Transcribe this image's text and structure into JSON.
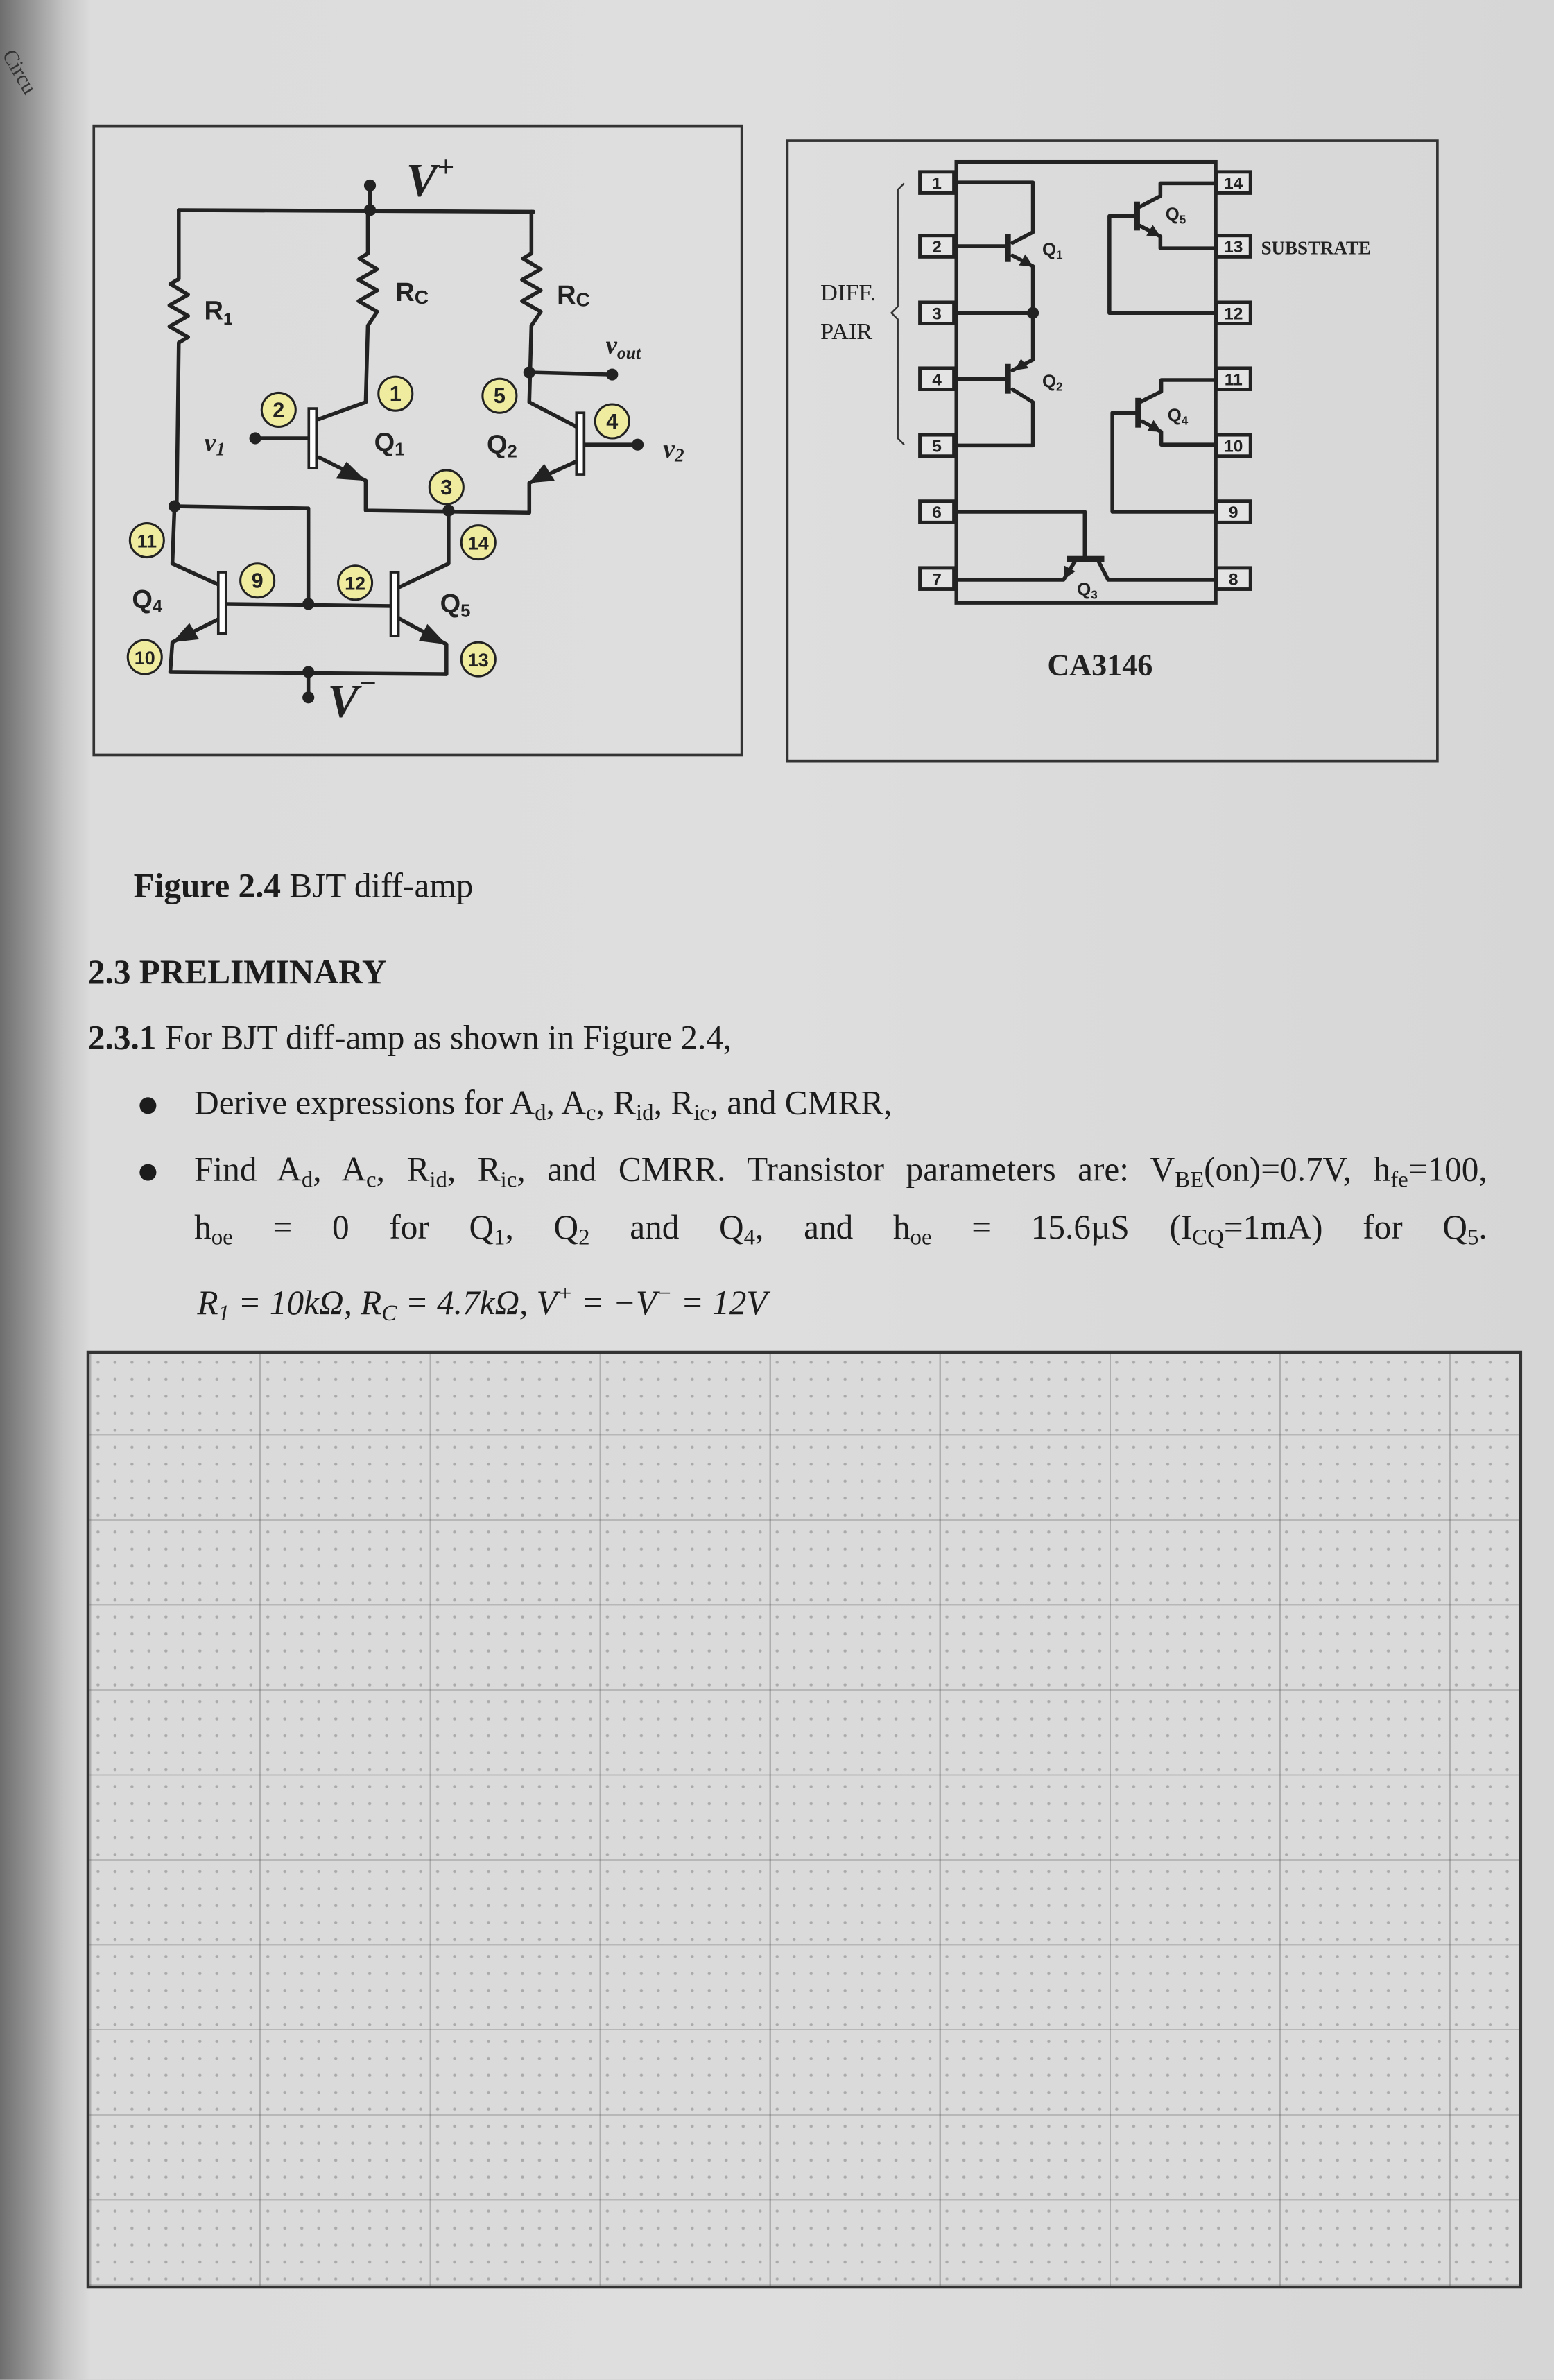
{
  "margin_text": "Circu",
  "left_figure": {
    "supply_pos": {
      "t": "V",
      "sup": "+"
    },
    "supply_neg": {
      "t": "V",
      "sup": "−"
    },
    "r1": {
      "t": "R",
      "sub": "1"
    },
    "rc_left": {
      "t": "R",
      "sub": "C"
    },
    "rc_right": {
      "t": "R",
      "sub": "C"
    },
    "vout": {
      "t": "v",
      "sub": "out"
    },
    "v1": {
      "t": "v",
      "sub": "1"
    },
    "v2": {
      "t": "v",
      "sub": "2"
    },
    "q1": {
      "t": "Q",
      "sub": "1"
    },
    "q2": {
      "t": "Q",
      "sub": "2"
    },
    "q4": {
      "t": "Q",
      "sub": "4"
    },
    "q5": {
      "t": "Q",
      "sub": "5"
    },
    "nodes": [
      "1",
      "2",
      "3",
      "4",
      "5",
      "9",
      "10",
      "11",
      "12",
      "13",
      "14"
    ],
    "node_color": "#efeca0"
  },
  "right_figure": {
    "left_pins": [
      "1",
      "2",
      "3",
      "4",
      "5",
      "6",
      "7"
    ],
    "right_pins": [
      "14",
      "13",
      "12",
      "11",
      "10",
      "9",
      "8"
    ],
    "q1": {
      "t": "Q",
      "sub": "1"
    },
    "q2": {
      "t": "Q",
      "sub": "2"
    },
    "q3": {
      "t": "Q",
      "sub": "3"
    },
    "q4": {
      "t": "Q",
      "sub": "4"
    },
    "q5": {
      "t": "Q",
      "sub": "5"
    },
    "substrate": "SUBSTRATE",
    "diff": "DIFF.",
    "pair": "PAIR",
    "chip_name": "CA3146"
  },
  "caption": {
    "label": "Figure 2.4",
    "text": " BJT diff-amp"
  },
  "section_heading": "2.3 PRELIMINARY",
  "question": {
    "number": "2.3.1",
    "text": " For BJT diff-amp as shown in Figure 2.4,"
  },
  "bullet1": [
    {
      "t": "Derive expressions for A"
    },
    {
      "sub": "d"
    },
    {
      "t": ", A"
    },
    {
      "sub": "c"
    },
    {
      "t": ", R"
    },
    {
      "sub": "id"
    },
    {
      "t": ", R"
    },
    {
      "sub": "ic"
    },
    {
      "t": ", and CMRR,"
    }
  ],
  "bullet2_line1": [
    {
      "t": "Find A"
    },
    {
      "sub": "d"
    },
    {
      "t": ", A"
    },
    {
      "sub": "c"
    },
    {
      "t": ", R"
    },
    {
      "sub": "id"
    },
    {
      "t": ", R"
    },
    {
      "sub": "ic"
    },
    {
      "t": ", and CMRR. Transistor parameters are: V"
    },
    {
      "sub": "BE"
    },
    {
      "t": "(on)=0.7V,  h"
    },
    {
      "sub": "fe"
    },
    {
      "t": "=100,"
    }
  ],
  "bullet2_line2": [
    {
      "t": "h"
    },
    {
      "sub": "oe"
    },
    {
      "t": " = 0 for Q"
    },
    {
      "sub": "1"
    },
    {
      "t": ", Q"
    },
    {
      "sub": "2"
    },
    {
      "t": " and Q"
    },
    {
      "sub": "4"
    },
    {
      "t": ", and h"
    },
    {
      "sub": "oe"
    },
    {
      "t": " = 15.6µS (I"
    },
    {
      "sub": "CQ"
    },
    {
      "t": "=1mA) for Q"
    },
    {
      "sub": "5"
    },
    {
      "t": "."
    }
  ],
  "bullet2_line3": [
    {
      "t": "R"
    },
    {
      "sub": "1"
    },
    {
      "t": " = 10kΩ, R"
    },
    {
      "sub": "C"
    },
    {
      "t": " = 4.7kΩ, V"
    },
    {
      "sup": "+"
    },
    {
      "t": " = −V"
    },
    {
      "sup": "−"
    },
    {
      "t": " = 12V"
    }
  ]
}
